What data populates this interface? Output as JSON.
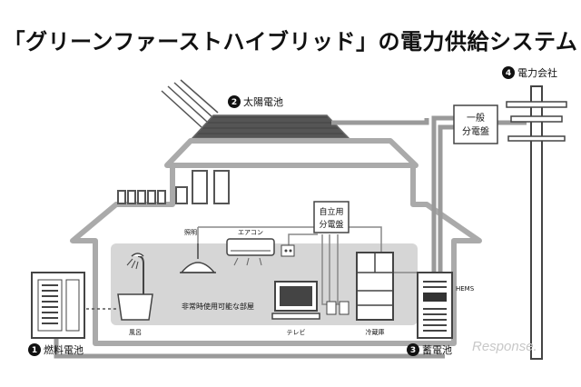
{
  "title": "「グリーンファーストハイブリッド」の電力供給システム",
  "components": {
    "fuel_cell": {
      "number": "1",
      "label": "燃料電池"
    },
    "solar": {
      "number": "2",
      "label": "太陽電池"
    },
    "battery": {
      "number": "3",
      "label": "蓄電池"
    },
    "power_company": {
      "number": "4",
      "label": "電力会社"
    }
  },
  "panels": {
    "main": {
      "line1": "一般",
      "line2": "分電盤"
    },
    "self_use": {
      "line1": "自立用",
      "line2": "分電盤"
    }
  },
  "appliances": {
    "lighting": "照明",
    "aircon": "エアコン",
    "bath": "風呂",
    "tv": "テレビ",
    "fridge": "冷蔵庫"
  },
  "room_label": "非常時使用可能な部屋",
  "hems": "HEMS",
  "watermark": "Response."
}
